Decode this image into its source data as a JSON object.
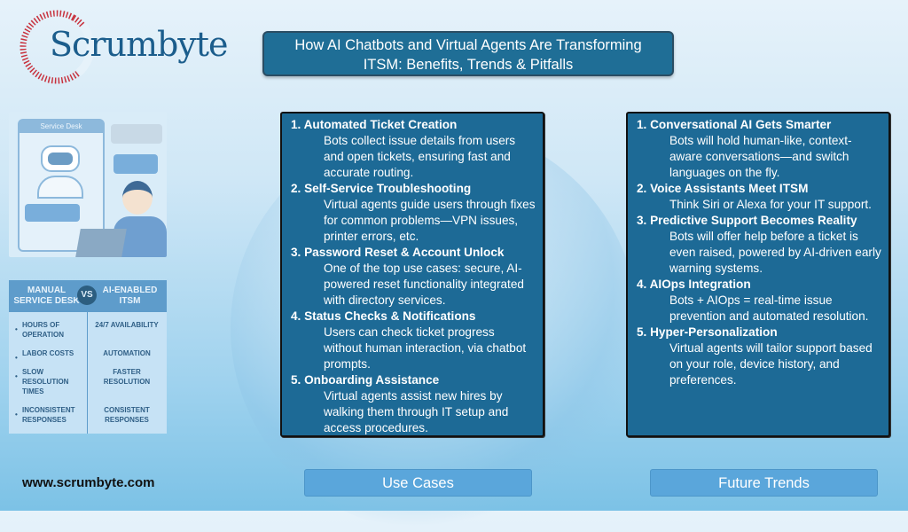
{
  "logo": {
    "text": "Scrumbyte"
  },
  "title": {
    "line1": "How AI Chatbots and Virtual Agents Are Transforming",
    "line2": "ITSM: Benefits, Trends & Pitfalls"
  },
  "illustration": {
    "label": "Service Desk"
  },
  "comparison": {
    "left_header": "MANUAL SERVICE DESK",
    "vs": "VS",
    "right_header": "AI-ENABLED ITSM",
    "left": [
      "HOURS OF OPERATION",
      "LABOR COSTS",
      "SLOW RESOLUTION TIMES",
      "INCONSISTENT RESPONSES"
    ],
    "right": [
      "24/7 AVAILABILITY",
      "AUTOMATION",
      "FASTER RESOLUTION",
      "CONSISTENT RESPONSES"
    ]
  },
  "website": "www.scrumbyte.com",
  "use_cases": {
    "button": "Use Cases",
    "items": [
      {
        "h": "1. Automated Ticket Creation",
        "d": "Bots collect issue details from users and open tickets, ensuring fast and accurate routing."
      },
      {
        "h": "2. Self-Service Troubleshooting",
        "d": "Virtual agents guide users through fixes for common problems—VPN issues, printer errors, etc."
      },
      {
        "h": "3. Password Reset & Account Unlock",
        "d": "One of the top use cases: secure, AI-powered reset functionality integrated with directory services."
      },
      {
        "h": "4. Status Checks & Notifications",
        "d": "Users can check ticket progress without human interaction, via chatbot prompts."
      },
      {
        "h": "5. Onboarding Assistance",
        "d": "Virtual agents assist new hires by walking them through IT setup and access procedures."
      }
    ]
  },
  "future_trends": {
    "button": "Future Trends",
    "items": [
      {
        "h": "1. Conversational AI Gets Smarter",
        "d": "Bots will hold human-like, context-aware conversations—and switch languages on the fly."
      },
      {
        "h": "2. Voice Assistants Meet ITSM",
        "d": "Think Siri or Alexa for your IT support."
      },
      {
        "h": "3. Predictive Support Becomes Reality",
        "d": "Bots will offer help before a ticket is even raised, powered by AI-driven early warning systems."
      },
      {
        "h": "4. AIOps Integration",
        "d": "Bots + AIOps = real-time issue prevention and automated resolution."
      },
      {
        "h": "5. Hyper-Personalization",
        "d": "Virtual agents will tailor support based on your role, device history, and preferences."
      }
    ]
  }
}
